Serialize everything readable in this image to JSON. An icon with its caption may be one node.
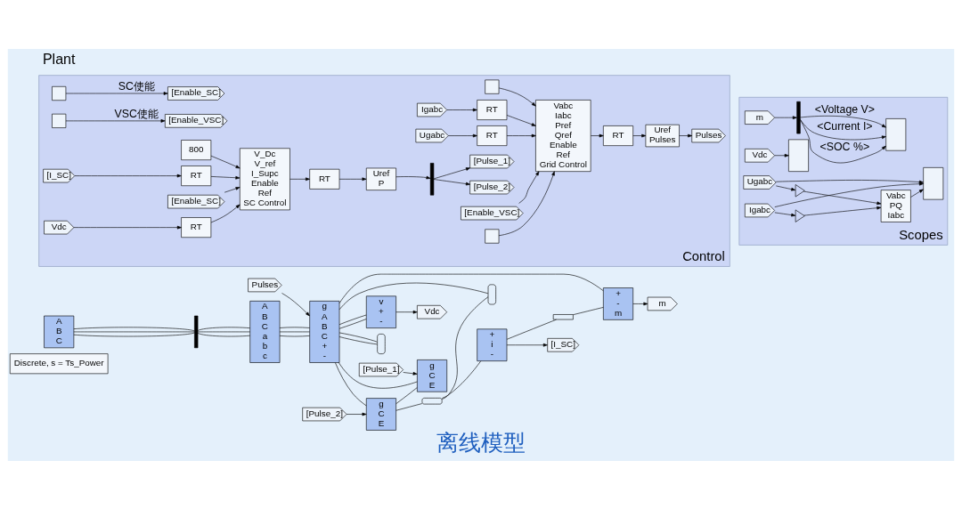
{
  "diagram": {
    "caption": "离线模型",
    "nodes": [
      {
        "text": [
          "Discrete, s = Ts_Power"
        ]
      },
      {
        "text": [
          "A",
          "B",
          "C"
        ]
      },
      {
        "text": [],
        "shape": "bar"
      },
      {
        "text": [
          "A",
          "B",
          "C",
          "a",
          "b",
          "c"
        ]
      },
      {
        "text": [
          "Pulses"
        ]
      },
      {
        "text": [
          "g",
          "A",
          "B",
          "C",
          "+",
          "-"
        ]
      },
      {
        "text": [
          "Vdc"
        ]
      },
      {
        "text": [
          "v",
          "+",
          "-"
        ]
      },
      {
        "text": [],
        "shape": "capacitor"
      },
      {
        "text": [
          "[Pulse_2]"
        ]
      },
      {
        "text": [
          "g",
          "C",
          "E"
        ]
      },
      {
        "text": [
          "[Pulse_1]"
        ]
      },
      {
        "text": [
          "g",
          "C",
          "E"
        ]
      },
      {
        "text": [],
        "shape": "inductor"
      },
      {
        "text": [],
        "shape": "capacitor"
      },
      {
        "text": [
          "+",
          "i",
          "-"
        ]
      },
      {
        "text": [
          "[I_SC]"
        ]
      },
      {
        "text": [],
        "shape": "resistor"
      },
      {
        "text": [
          "+",
          "-",
          "m"
        ]
      },
      {
        "text": [
          "m"
        ]
      },
      {
        "text": [
          "Control"
        ]
      },
      {
        "text": [],
        "shape": "step",
        "in": 20
      },
      {
        "text": [
          "[Enable_SC]"
        ],
        "in": 20
      },
      {
        "text": [],
        "shape": "step",
        "in": 20
      },
      {
        "text": [
          "[Enable_VSC]"
        ],
        "in": 20
      },
      {
        "text": [
          "Vdc"
        ],
        "in": 20
      },
      {
        "text": [
          "RT"
        ],
        "in": 20
      },
      {
        "text": [
          "800"
        ],
        "in": 20
      },
      {
        "text": [
          "[I_SC]"
        ],
        "in": 20
      },
      {
        "text": [
          "RT"
        ],
        "in": 20
      },
      {
        "text": [
          "[Enable_SC]"
        ],
        "in": 20
      },
      {
        "text": [
          "V_Dc",
          "V_ref",
          "I_Supc",
          "Enable",
          "Ref",
          "SC Control"
        ],
        "in": 20
      },
      {
        "text": [
          "RT"
        ],
        "in": 20
      },
      {
        "text": [
          "Uref",
          "P"
        ],
        "in": 20
      },
      {
        "text": [],
        "shape": "bar",
        "in": 20
      },
      {
        "text": [
          "[Pulse_1]"
        ],
        "in": 20
      },
      {
        "text": [
          "[Pulse_2]"
        ],
        "in": 20
      },
      {
        "text": [
          "Ugabc"
        ],
        "in": 20
      },
      {
        "text": [
          "RT"
        ],
        "in": 20
      },
      {
        "text": [
          "Igabc"
        ],
        "in": 20
      },
      {
        "text": [
          "RT"
        ],
        "in": 20
      },
      {
        "text": [],
        "shape": "step",
        "in": 20
      },
      {
        "text": [],
        "shape": "step",
        "in": 20
      },
      {
        "text": [
          "[Enable_VSC]"
        ],
        "in": 20
      },
      {
        "text": [
          "Vabc",
          "Iabc",
          "Pref",
          "Qref",
          "Enable",
          "Ref",
          "Grid Control"
        ],
        "in": 20
      },
      {
        "text": [
          "RT"
        ],
        "in": 20
      },
      {
        "text": [
          "Uref",
          "Pulses"
        ],
        "in": 20
      },
      {
        "text": [
          "Pulses"
        ],
        "in": 20
      },
      {
        "text": [
          "Scopes"
        ]
      },
      {
        "text": [
          "m"
        ],
        "in": 48
      },
      {
        "text": [],
        "shape": "bar",
        "in": 48
      },
      {
        "text": [],
        "shape": "scope",
        "in": 48
      },
      {
        "text": [
          "Vdc"
        ],
        "in": 48
      },
      {
        "text": [],
        "shape": "scope",
        "in": 48
      },
      {
        "text": [
          "Ugabc"
        ],
        "in": 48
      },
      {
        "text": [
          "Igabc"
        ],
        "in": 48
      },
      {
        "text": [],
        "shape": "triangle",
        "in": 48
      },
      {
        "text": [],
        "shape": "triangle",
        "in": 48
      },
      {
        "text": [
          "Vabc",
          "PQ",
          "Iabc"
        ],
        "in": 48
      },
      {
        "text": [],
        "shape": "scope",
        "in": 48
      }
    ],
    "edges": [
      {
        "from": 1,
        "to": 2,
        "arrow": "none"
      },
      {
        "from": 1,
        "to": 2,
        "arrow": "none"
      },
      {
        "from": 1,
        "to": 2,
        "arrow": "none"
      },
      {
        "from": 2,
        "to": 3,
        "arrow": "none"
      },
      {
        "from": 2,
        "to": 3,
        "arrow": "none"
      },
      {
        "from": 2,
        "to": 3,
        "arrow": "none"
      },
      {
        "from": 3,
        "to": 5,
        "arrow": "none"
      },
      {
        "from": 3,
        "to": 5,
        "arrow": "none"
      },
      {
        "from": 3,
        "to": 5,
        "arrow": "none"
      },
      {
        "from": 4,
        "to": 5,
        "arrow": "to"
      },
      {
        "from": 7,
        "to": 6,
        "arrow": "to"
      },
      {
        "from": 5,
        "to": 7,
        "arrow": "none"
      },
      {
        "from": 5,
        "to": 8,
        "arrow": "none"
      },
      {
        "from": 5,
        "to": 10,
        "arrow": "none"
      },
      {
        "from": 5,
        "to": 7,
        "arrow": "none"
      },
      {
        "from": 5,
        "to": 8,
        "arrow": "none"
      },
      {
        "from": 5,
        "to": 12,
        "arrow": "none"
      },
      {
        "from": 5,
        "to": 14,
        "arrow": "none"
      },
      {
        "from": 5,
        "to": 18,
        "arrow": "none"
      },
      {
        "from": 9,
        "to": 10,
        "arrow": "to"
      },
      {
        "from": 11,
        "to": 12,
        "arrow": "to"
      },
      {
        "from": 10,
        "to": 12,
        "arrow": "none"
      },
      {
        "from": 10,
        "to": 13,
        "arrow": "none"
      },
      {
        "from": 13,
        "to": 14,
        "arrow": "none"
      },
      {
        "from": 13,
        "to": 15,
        "arrow": "none"
      },
      {
        "from": 15,
        "to": 16,
        "arrow": "to"
      },
      {
        "from": 15,
        "to": 17,
        "arrow": "none"
      },
      {
        "from": 17,
        "to": 18,
        "arrow": "none"
      },
      {
        "from": 18,
        "to": 19,
        "arrow": "to"
      },
      {
        "from": 21,
        "to": 22,
        "arrow": "to",
        "label": "SC使能"
      },
      {
        "from": 23,
        "to": 24,
        "arrow": "to",
        "label": "VSC使能"
      },
      {
        "from": 25,
        "to": 26,
        "arrow": "to"
      },
      {
        "from": 26,
        "to": 31,
        "arrow": "to"
      },
      {
        "from": 27,
        "to": 31,
        "arrow": "to"
      },
      {
        "from": 28,
        "to": 29,
        "arrow": "to"
      },
      {
        "from": 29,
        "to": 31,
        "arrow": "to"
      },
      {
        "from": 30,
        "to": 31,
        "arrow": "to"
      },
      {
        "from": 31,
        "to": 32,
        "arrow": "to"
      },
      {
        "from": 32,
        "to": 33,
        "arrow": "to"
      },
      {
        "from": 33,
        "to": 34,
        "arrow": "to"
      },
      {
        "from": 34,
        "to": 35,
        "arrow": "to"
      },
      {
        "from": 34,
        "to": 36,
        "arrow": "to"
      },
      {
        "from": 37,
        "to": 38,
        "arrow": "to"
      },
      {
        "from": 38,
        "to": 44,
        "arrow": "to"
      },
      {
        "from": 39,
        "to": 40,
        "arrow": "to"
      },
      {
        "from": 40,
        "to": 44,
        "arrow": "to"
      },
      {
        "from": 41,
        "to": 44,
        "arrow": "to"
      },
      {
        "from": 42,
        "to": 44,
        "arrow": "to"
      },
      {
        "from": 43,
        "to": 44,
        "arrow": "to"
      },
      {
        "from": 44,
        "to": 45,
        "arrow": "to"
      },
      {
        "from": 45,
        "to": 46,
        "arrow": "to"
      },
      {
        "from": 46,
        "to": 47,
        "arrow": "to"
      },
      {
        "from": 49,
        "to": 50,
        "arrow": "to"
      },
      {
        "from": 50,
        "to": 51,
        "arrow": "to",
        "label": "<Current I>"
      },
      {
        "from": 50,
        "to": 51,
        "arrow": "to",
        "label": "<Voltage V>"
      },
      {
        "from": 50,
        "to": 51,
        "arrow": "to",
        "label": "<SOC %>"
      },
      {
        "from": 52,
        "to": 53,
        "arrow": "to"
      },
      {
        "from": 54,
        "to": 59,
        "arrow": "to"
      },
      {
        "from": 55,
        "to": 59,
        "arrow": "to"
      },
      {
        "from": 54,
        "to": 56,
        "arrow": "to"
      },
      {
        "from": 55,
        "to": 57,
        "arrow": "to"
      },
      {
        "from": 56,
        "to": 58,
        "arrow": "to"
      },
      {
        "from": 57,
        "to": 58,
        "arrow": "to"
      },
      {
        "from": 58,
        "to": 59,
        "arrow": "to"
      }
    ],
    "labels": [
      "Plant"
    ]
  }
}
